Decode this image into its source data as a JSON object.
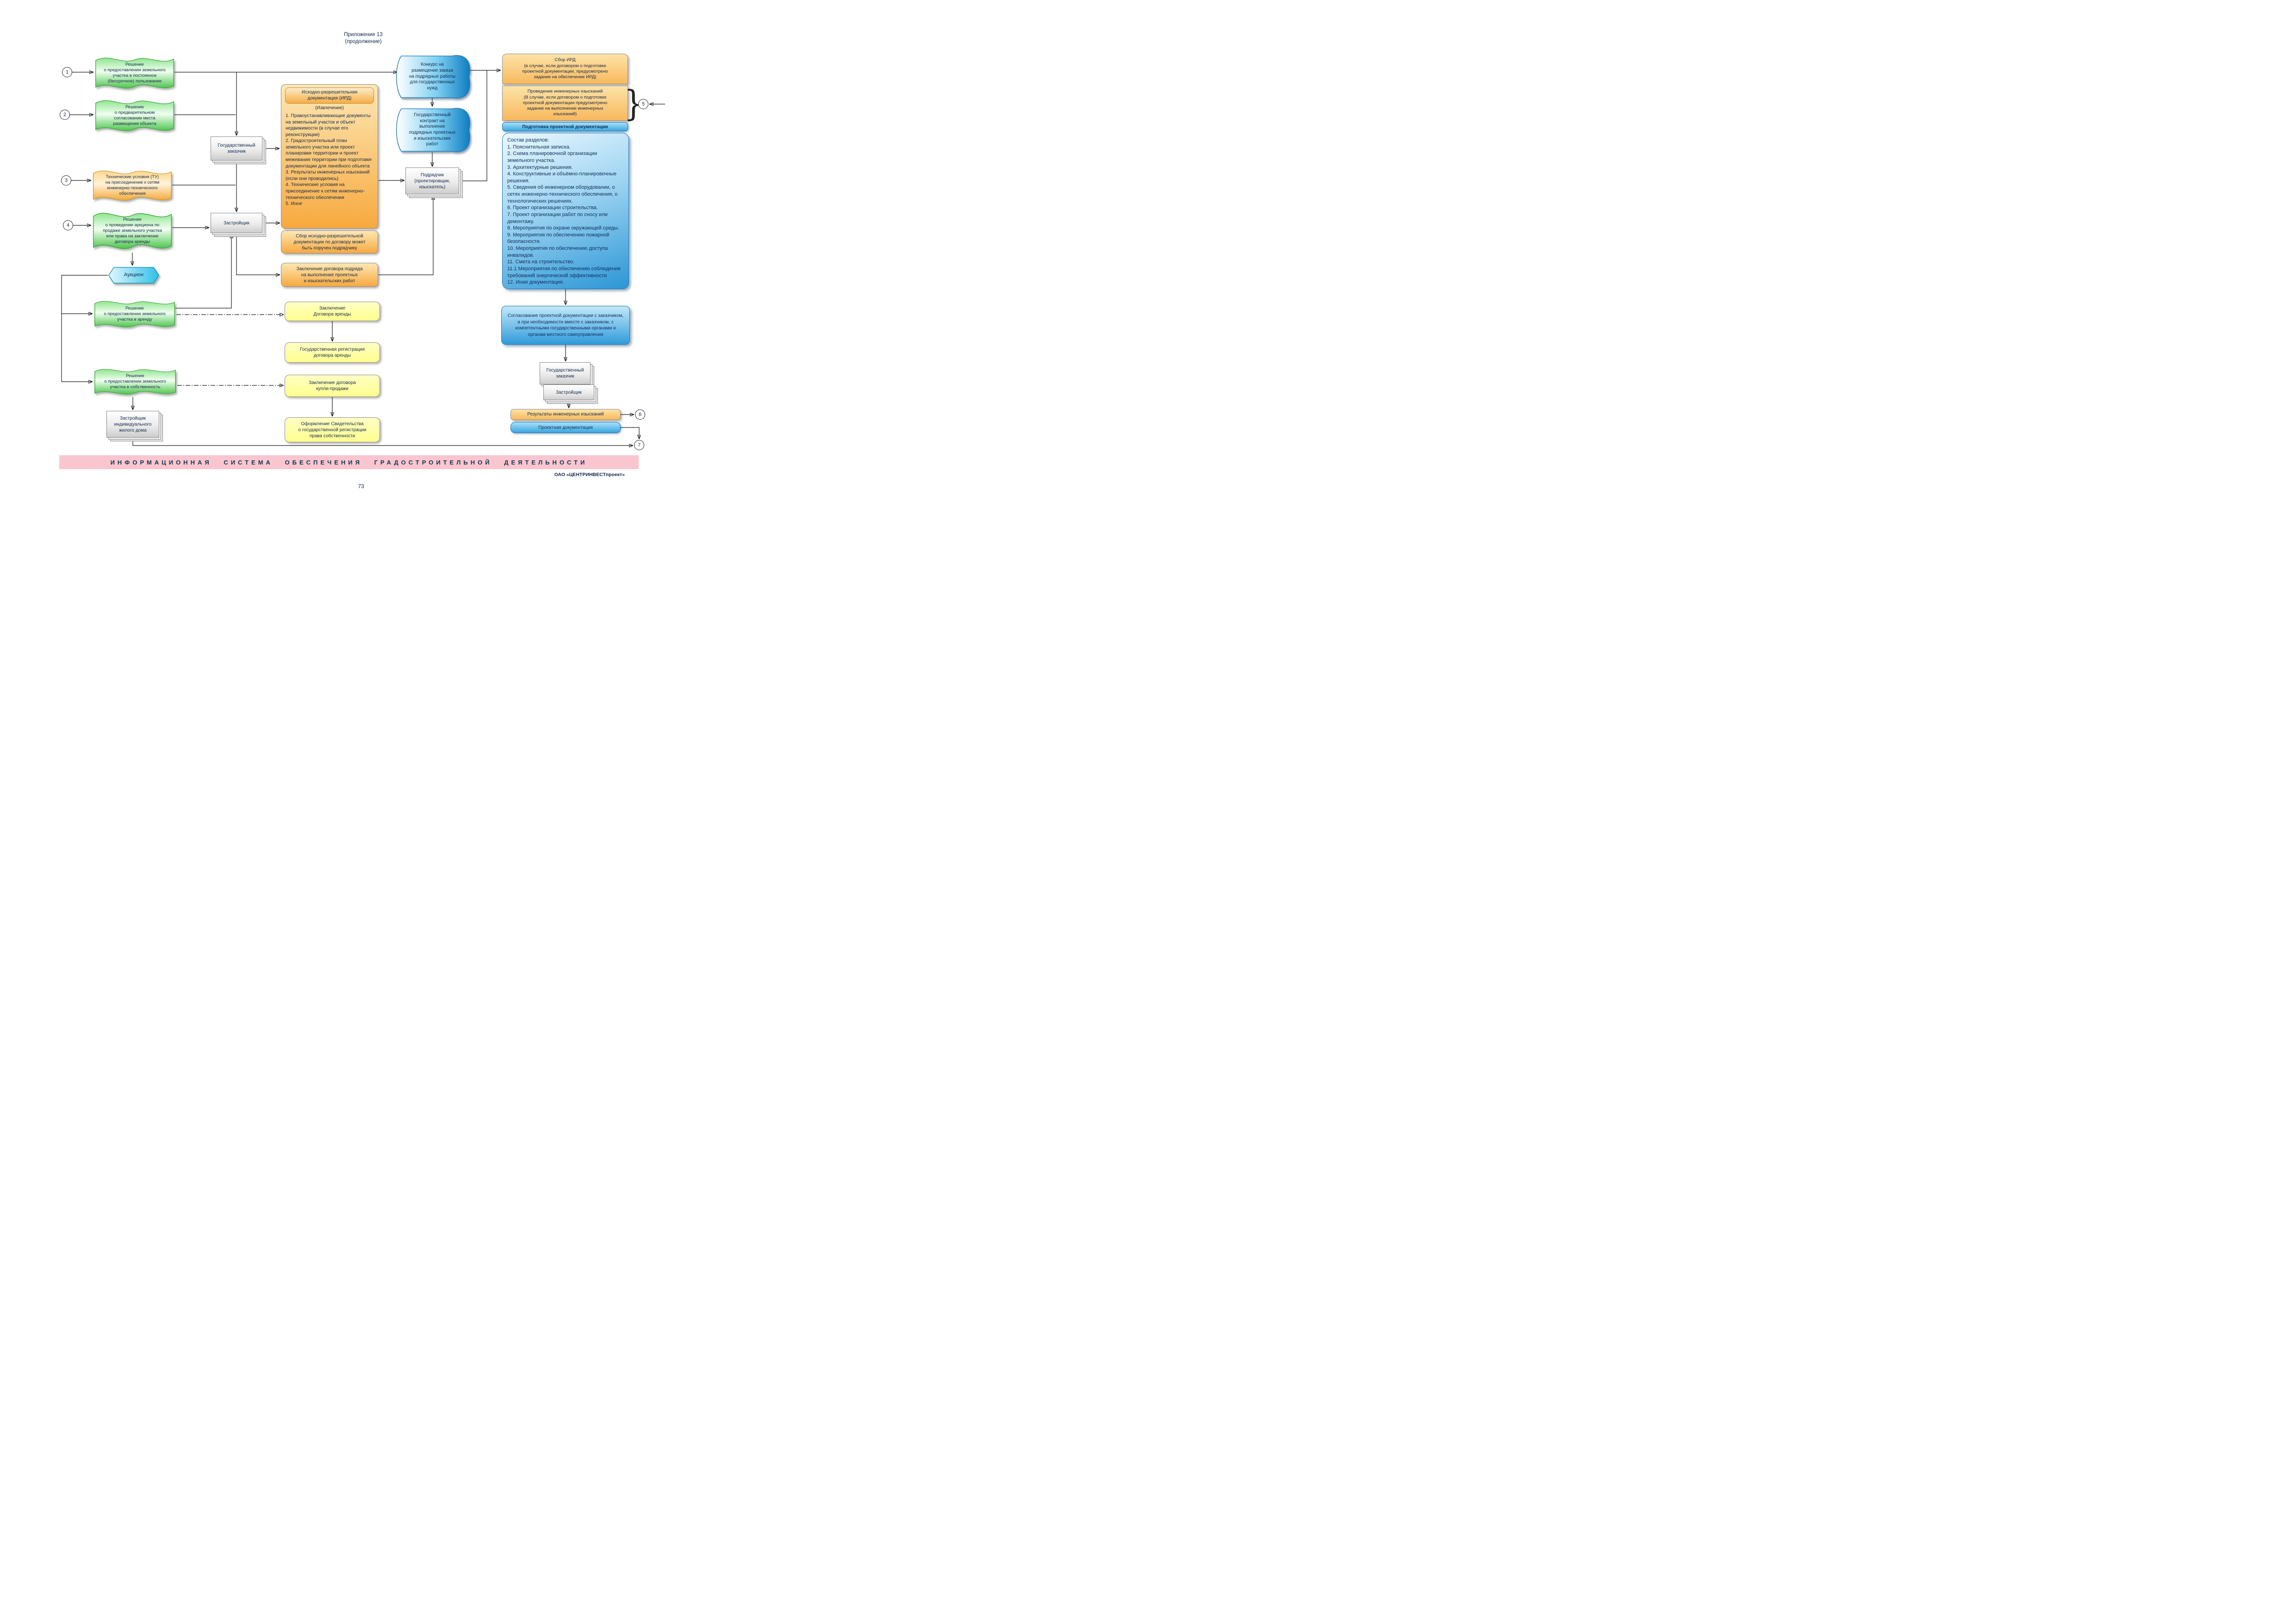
{
  "header": {
    "line1": "Приложение 13",
    "line2": "(продолжение)"
  },
  "circles": {
    "c1": "1",
    "c2": "2",
    "c3": "3",
    "c4": "4",
    "c5": "5",
    "c6": "6",
    "c7": "7"
  },
  "misc": {
    "brace": "}"
  },
  "colors": {
    "green": "#4fc54f",
    "orange": "#f5a93c",
    "blue": "#0f7dc0",
    "cyan": "#2fc0e8",
    "yellow": "#ffff8e",
    "pink": "#f9c6d0"
  },
  "flags": {
    "decision_permanent_use": "Решение\nо предоставлении земельного\nучастка в постоянное\n(бессрочное) пользование",
    "decision_preliminary_approval": "Решение\nо предварительном\nсогласовании места\nразмещения объекта",
    "technical_conditions": "Технические условия (ТУ)\nна присоединение к сетям\nинженерно-технического\nобеспечения",
    "decision_auction": "Решение\nо проведении аукциона по\nпродаже земельного участка\nили права на заключение\nдоговора аренды",
    "decision_lease": "Решение\nо предоставлении земельного\nучастка в аренду",
    "decision_ownership": "Решение\nо предоставлении земельного\nучастка в собственность"
  },
  "auction": {
    "label": "Аукцион"
  },
  "actors": {
    "state_customer": "Государственный\nзаказчик",
    "developer": "Застройщик",
    "contractor": "Подрядчик\n(проектировщик,\nизыскатель)",
    "individual_developer": "Застройщик\nиндивидуального\nжилого дома",
    "state_customer2": "Государственный\nзаказчик",
    "developer2": "Застройщик"
  },
  "ird": {
    "header": "Исходно-разрешительная\nдокументация (ИРД)",
    "subtitle": "(Извлечение)",
    "items": "1.  Правоустанавливающие документы на земельный участок и объект недвижимости (в случае его реконструкции)\n2.  Градостроительный план земельного участка или проект планировки территории и проект межевания территории при подготовке документации для линейного объекта\n3.  Результаты инженерных изысканий (если они проводились)\n4.  Технические условия на присоединение к сетям инженерно-технического обеспечения\n5.  Иное",
    "note": "Сбор исходно-разрешительной\nдокументации по договору может\nбыть поручен подрядчику"
  },
  "process": {
    "podryad_contract": "Заключение договора подряда\nна выполнение проектных\nи  изыскательских работ",
    "lease_conclusion": "Заключение\nДоговора аренды",
    "lease_registration": "Государственная регистрация\nдоговора аренды",
    "purchase_conclusion": "Заключение договора\nкупли-продажи",
    "ownership_certificate": "Оформление Свидетельства\nо государственной регистрации\nправа собственности"
  },
  "tender": {
    "konkurs": "Конкурс на\nразмещение заказа\nна подрядные работы\nдля государственных\nнужд",
    "contract": "Государственный\nконтракт на\nвыполнение\nподрядных проектных\nи изыскательских\nработ"
  },
  "right": {
    "sbor_ird": "Сбор ИРД\n(в случае, если договором о подготовке\nпроектной документации, предусмотрено\nзадание на обеспечение ИРД)",
    "izyskaniya": "Проведение инженерных изысканий\n(В случае, если договором о подготовке\nпроектной документации предусмотрено\nзадание на выполнение инженерных\nизысканий)",
    "podgotovka": "Подготовка проектной документации",
    "sostav": "Состав разделов:\n1. Пояснительная записка.\n2. Схема планировочной организации земельного участка.\n3. Архитектурные решения.\n4. Конструктивные и объёмно-планировочные решения.\n5. Сведения об инженерном оборудовании, о сетях инженерно-технического обеспечения, о технологических решениях.\n6. Проект организации строительства.\n7. Проект организации работ по сносу или демонтажу.\n8. Мероприятия по охране окружающей среды.\n9. Мероприятия по обеспечению пожарной безопасности.\n10. Мероприятия по обеспечению доступа инвалидов.\n11. Смета на строительство.\n11.1 Мероприятия по обеспечению соблюдения требований энергической эффективности\n12. Иная документация.",
    "soglasovanie": "Согласование проектной документации с заказчиком, а при необходимости вместе с заказчиком, с компетентными государственными органами и органам местного самоуправления",
    "rezultaty": "Результаты инженерных изысканий",
    "proekt_dok": "Проектная документация"
  },
  "footer": {
    "banner": "ИНФОРМАЦИОННАЯ СИСТЕМА ОБЕСПЕЧЕНИЯ ГРАДОСТРОИТЕЛЬНОЙ ДЕЯТЕЛЬНОСТИ",
    "company": "ОАО «ЦЕНТРИНВЕСТпроект»",
    "page": "73"
  }
}
